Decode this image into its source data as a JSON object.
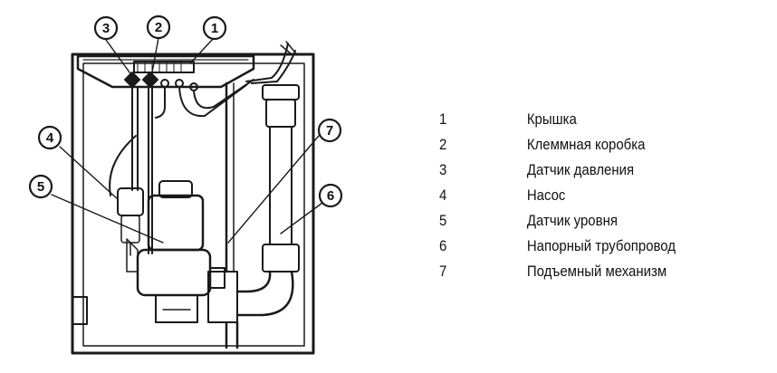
{
  "diagram": {
    "callouts": [
      {
        "id": "1",
        "number": "1"
      },
      {
        "id": "2",
        "number": "2"
      },
      {
        "id": "3",
        "number": "3"
      },
      {
        "id": "4",
        "number": "4"
      },
      {
        "id": "5",
        "number": "5"
      },
      {
        "id": "6",
        "number": "6"
      },
      {
        "id": "7",
        "number": "7"
      }
    ]
  },
  "legend": {
    "items": [
      {
        "number": "1",
        "label": "Крышка"
      },
      {
        "number": "2",
        "label": "Клеммная коробка"
      },
      {
        "number": "3",
        "label": "Датчик давления"
      },
      {
        "number": "4",
        "label": "Насос"
      },
      {
        "number": "5",
        "label": "Датчик уровня"
      },
      {
        "number": "6",
        "label": "Напорный трубопровод"
      },
      {
        "number": "7",
        "label": "Подъемный механизм"
      }
    ]
  }
}
